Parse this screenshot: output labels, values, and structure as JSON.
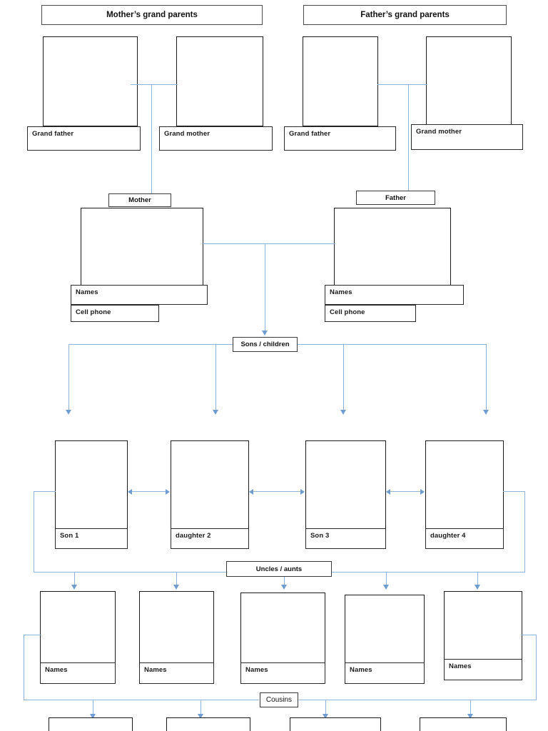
{
  "page": {
    "title": "Family tree template",
    "line_color": "#8eb4dc",
    "arrow_color": "#6f9dd1",
    "box_border_color": "#2a2a2a"
  },
  "headers": [
    {
      "label": "Mother’s grand parents"
    },
    {
      "label": "Father’s grand parents"
    }
  ],
  "grandparents": [
    {
      "label": "Grand father",
      "side": "mother"
    },
    {
      "label": "Grand mother",
      "side": "mother"
    },
    {
      "label": "Grand father",
      "side": "father"
    },
    {
      "label": "Grand mother",
      "side": "father"
    }
  ],
  "parents": [
    {
      "tag": "Mother",
      "name_label": "Names",
      "phone_label": "Cell phone"
    },
    {
      "tag": "Father",
      "name_label": "Names",
      "phone_label": "Cell phone"
    }
  ],
  "children": {
    "tag": "Sons / children",
    "items": [
      {
        "label": "Son 1"
      },
      {
        "label": "daughter 2"
      },
      {
        "label": "Son 3"
      },
      {
        "label": "daughter 4"
      }
    ]
  },
  "uncles": {
    "tag": "Uncles / aunts",
    "items": [
      {
        "label": "Names"
      },
      {
        "label": "Names"
      },
      {
        "label": "Names"
      },
      {
        "label": "Names"
      },
      {
        "label": "Names"
      }
    ]
  },
  "cousins": {
    "tag": "Cousins",
    "items": [
      {
        "label": ""
      },
      {
        "label": ""
      },
      {
        "label": ""
      },
      {
        "label": ""
      }
    ]
  }
}
